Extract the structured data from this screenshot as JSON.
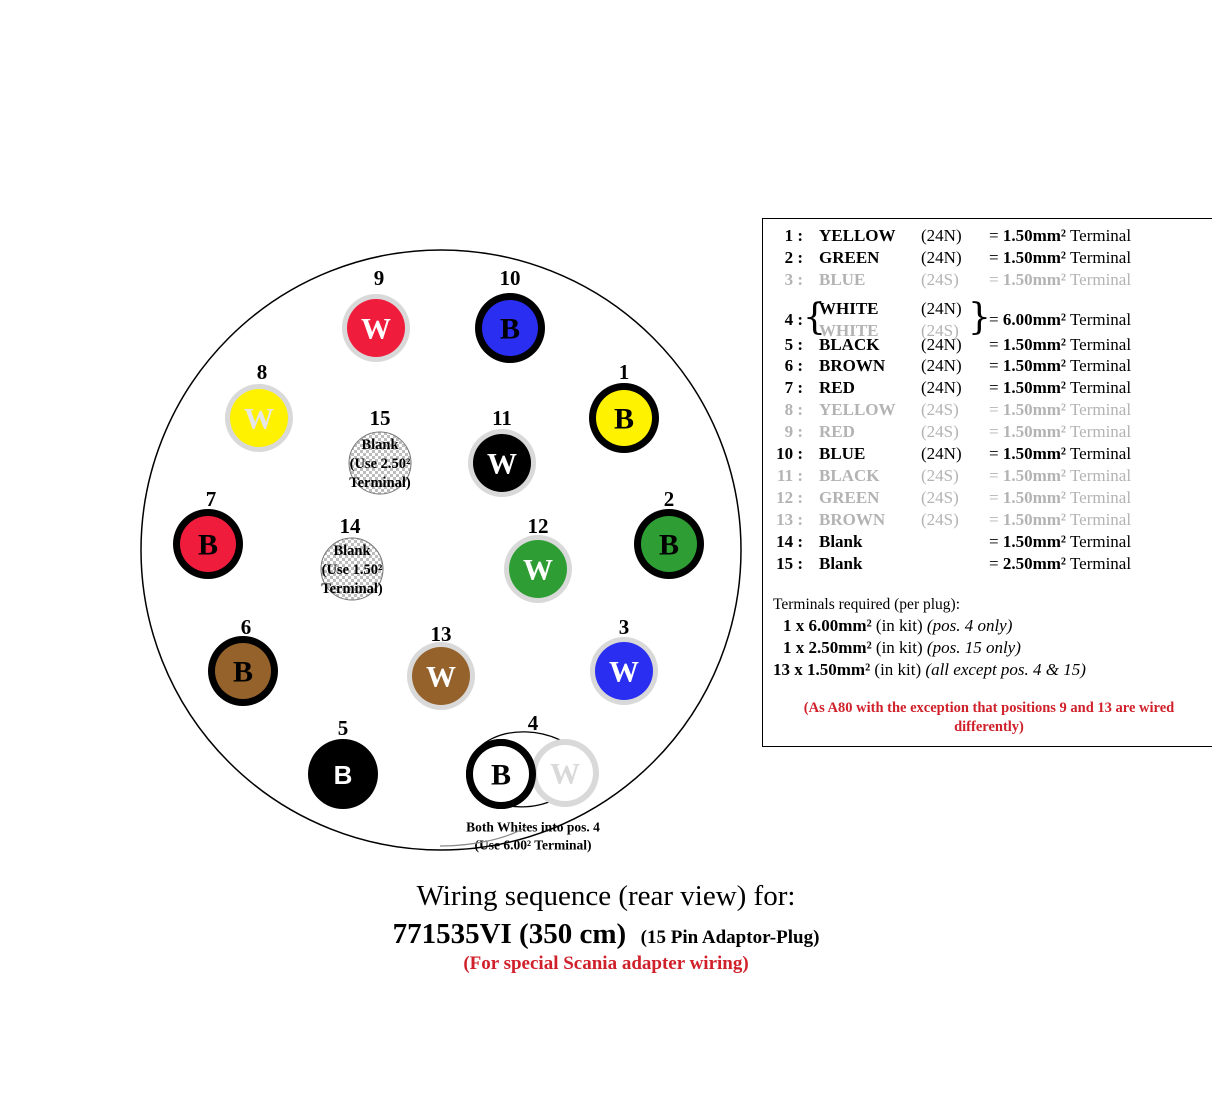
{
  "colors": {
    "yellow": "#fff200",
    "green": "#2e9e34",
    "blue": "#2a2ef0",
    "white": "#ffffff",
    "black": "#000000",
    "brown": "#95622c",
    "red": "#ef1c3c",
    "ring_grey": "#d9d9d9",
    "ring_black": "#000000",
    "note_red": "#d0202a",
    "dim_text": "#b3b3b3"
  },
  "pins": [
    {
      "num": "1",
      "letter": "B",
      "fill": "yellow",
      "ring": "black"
    },
    {
      "num": "2",
      "letter": "B",
      "fill": "green",
      "ring": "black"
    },
    {
      "num": "3",
      "letter": "W",
      "fill": "blue",
      "ring": "grey"
    },
    {
      "num": "4",
      "letter": "B",
      "fill": "white",
      "ring": "black",
      "second_letter": "W"
    },
    {
      "num": "5",
      "letter": "B",
      "fill": "black",
      "ring": "black"
    },
    {
      "num": "6",
      "letter": "B",
      "fill": "brown",
      "ring": "black"
    },
    {
      "num": "7",
      "letter": "B",
      "fill": "red",
      "ring": "black"
    },
    {
      "num": "8",
      "letter": "W",
      "fill": "yellow",
      "ring": "grey"
    },
    {
      "num": "9",
      "letter": "W",
      "fill": "red",
      "ring": "grey"
    },
    {
      "num": "10",
      "letter": "B",
      "fill": "blue",
      "ring": "black"
    },
    {
      "num": "11",
      "letter": "W",
      "fill": "black",
      "ring": "grey"
    },
    {
      "num": "12",
      "letter": "W",
      "fill": "green",
      "ring": "grey"
    },
    {
      "num": "13",
      "letter": "W",
      "fill": "brown",
      "ring": "grey"
    },
    {
      "num": "14",
      "blank_lines": [
        "Blank",
        "(Use 1.50²",
        "Terminal)"
      ]
    },
    {
      "num": "15",
      "blank_lines": [
        "Blank",
        "(Use 2.50²",
        "Terminal)"
      ]
    }
  ],
  "pin4_note": [
    "Both Whites into pos. 4",
    "(Use 6.00² Terminal)"
  ],
  "legend": {
    "rows": [
      {
        "num": "1 :",
        "color": "YELLOW",
        "code": "(24N)",
        "eq": "= ",
        "size": "1.50mm²",
        "term": " Terminal",
        "dim": false
      },
      {
        "num": "2 :",
        "color": "GREEN",
        "code": "(24N)",
        "eq": "= ",
        "size": "1.50mm²",
        "term": " Terminal",
        "dim": false
      },
      {
        "num": "3 :",
        "color": "BLUE",
        "code": "(24S)",
        "eq": "= ",
        "size": "1.50mm²",
        "term": " Terminal",
        "dim": true
      },
      {
        "num": "5 :",
        "color": "BLACK",
        "code": "(24N)",
        "eq": "= ",
        "size": "1.50mm²",
        "term": " Terminal",
        "dim": false
      },
      {
        "num": "6 :",
        "color": "BROWN",
        "code": "(24N)",
        "eq": "= ",
        "size": "1.50mm²",
        "term": " Terminal",
        "dim": false
      },
      {
        "num": "7 :",
        "color": "RED",
        "code": "(24N)",
        "eq": "= ",
        "size": "1.50mm²",
        "term": " Terminal",
        "dim": false
      },
      {
        "num": "8 :",
        "color": "YELLOW",
        "code": "(24S)",
        "eq": "= ",
        "size": "1.50mm²",
        "term": " Terminal",
        "dim": true
      },
      {
        "num": "9 :",
        "color": "RED",
        "code": "(24S)",
        "eq": "= ",
        "size": "1.50mm²",
        "term": " Terminal",
        "dim": true
      },
      {
        "num": "10 :",
        "color": "BLUE",
        "code": "(24N)",
        "eq": "= ",
        "size": "1.50mm²",
        "term": " Terminal",
        "dim": false
      },
      {
        "num": "11 :",
        "color": "BLACK",
        "code": "(24S)",
        "eq": "= ",
        "size": "1.50mm²",
        "term": " Terminal",
        "dim": true
      },
      {
        "num": "12 :",
        "color": "GREEN",
        "code": "(24S)",
        "eq": "= ",
        "size": "1.50mm²",
        "term": " Terminal",
        "dim": true
      },
      {
        "num": "13 :",
        "color": "BROWN",
        "code": "(24S)",
        "eq": "= ",
        "size": "1.50mm²",
        "term": " Terminal",
        "dim": true
      },
      {
        "num": "14 :",
        "color": "Blank",
        "code": "",
        "eq": "= ",
        "size": "1.50mm²",
        "term": " Terminal",
        "dim": false
      },
      {
        "num": "15 :",
        "color": "Blank",
        "code": "",
        "eq": "= ",
        "size": "2.50mm²",
        "term": " Terminal",
        "dim": false
      }
    ],
    "row4": {
      "num": "4 :",
      "color_a": "WHITE",
      "code_a": "(24N)",
      "color_b": "WHITE",
      "code_b": "(24S)",
      "eq": "= ",
      "size": "6.00mm²",
      "term": " Terminal"
    },
    "terminals_heading": "Terminals required (per plug):",
    "terminals": [
      {
        "qty": "1 x 6.00mm²",
        "kit": " (in kit) ",
        "note": "(pos. 4 only)"
      },
      {
        "qty": "1 x 2.50mm²",
        "kit": " (in kit) ",
        "note": "(pos. 15 only)"
      },
      {
        "qty": "13 x 1.50mm²",
        "kit": " (in kit) ",
        "note": "(all except pos. 4 & 15)"
      }
    ],
    "exception_note": [
      "(As A80 with the exception that positions 9 and 13 are wired",
      "differently)"
    ]
  },
  "caption": {
    "line1": "Wiring sequence (rear view) for:",
    "part": "771535VI (350 cm)",
    "plug": "(15 Pin Adaptor-Plug)",
    "special": "(For special Scania adapter wiring)"
  }
}
